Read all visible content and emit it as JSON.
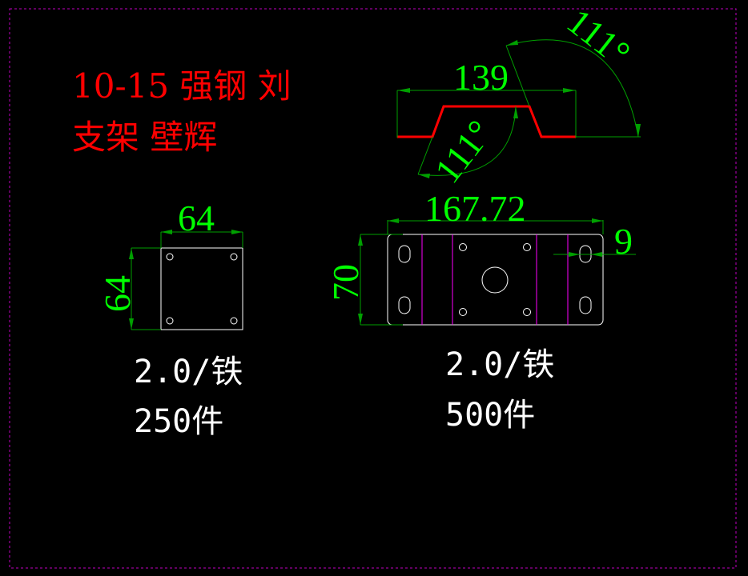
{
  "title": {
    "line1": "10-15 强钢 刘",
    "line2": "支架 壁辉"
  },
  "profile": {
    "width_dim": "139",
    "angle_top": "111°",
    "angle_bottom": "111°"
  },
  "square_part": {
    "width_dim": "64",
    "height_dim": "64",
    "material": "2.0/铁",
    "quantity": "250件"
  },
  "bracket_part": {
    "width_dim": "167.72",
    "height_dim": "70",
    "edge_dim": "9",
    "material": "2.0/铁",
    "quantity": "500件"
  },
  "colors": {
    "background": "#000000",
    "dimension": "#00ff00",
    "title": "#ff0000",
    "bend_line": "#ff00ff",
    "border": "#ff00ff"
  }
}
